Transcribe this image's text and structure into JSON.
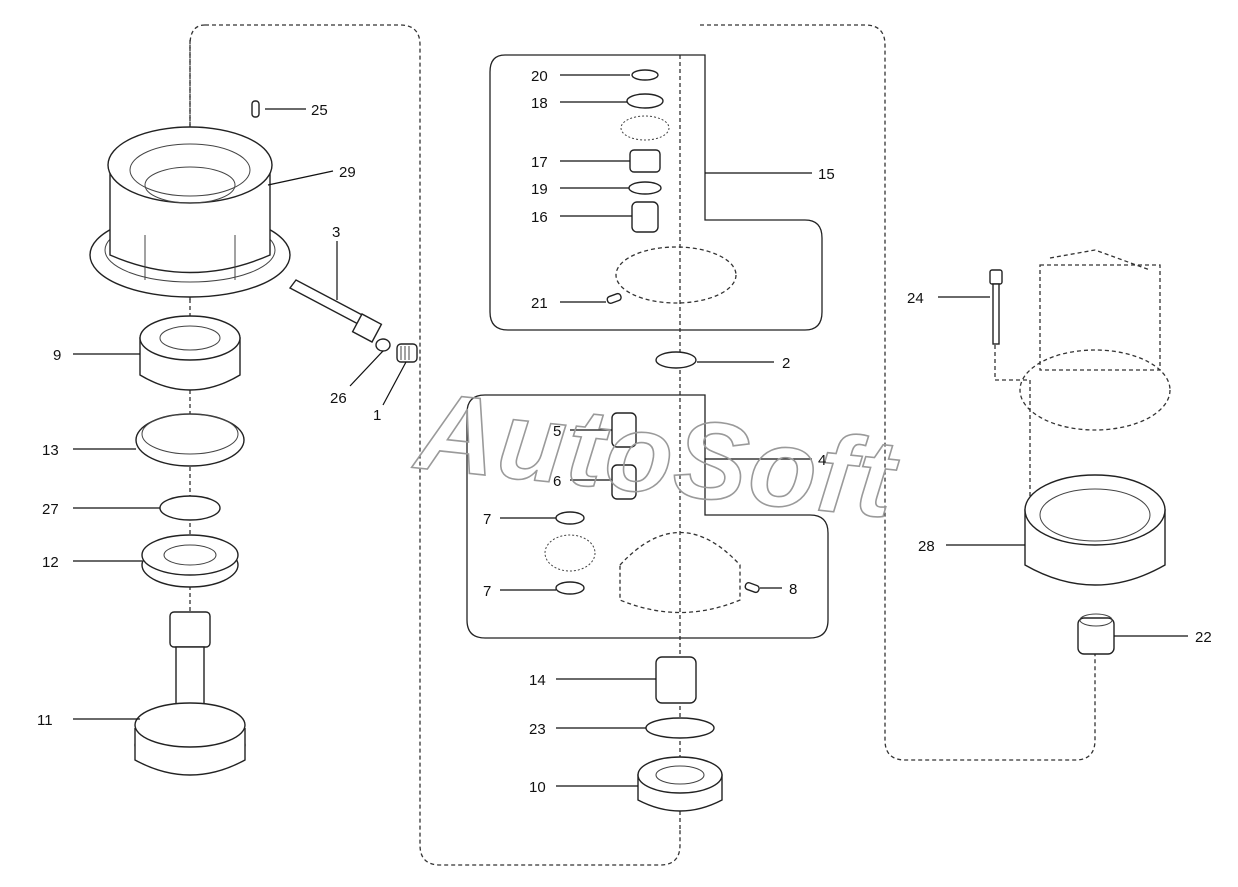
{
  "watermark": "AutoSoft",
  "callouts": [
    {
      "id": "c25",
      "text": "25"
    },
    {
      "id": "c29",
      "text": "29"
    },
    {
      "id": "c3",
      "text": "3"
    },
    {
      "id": "c9",
      "text": "9"
    },
    {
      "id": "c26",
      "text": "26"
    },
    {
      "id": "c1",
      "text": "1"
    },
    {
      "id": "c13",
      "text": "13"
    },
    {
      "id": "c27",
      "text": "27"
    },
    {
      "id": "c12",
      "text": "12"
    },
    {
      "id": "c11",
      "text": "11"
    },
    {
      "id": "c20",
      "text": "20"
    },
    {
      "id": "c18",
      "text": "18"
    },
    {
      "id": "c17",
      "text": "17"
    },
    {
      "id": "c19",
      "text": "19"
    },
    {
      "id": "c16",
      "text": "16"
    },
    {
      "id": "c21",
      "text": "21"
    },
    {
      "id": "c15",
      "text": "15"
    },
    {
      "id": "c2",
      "text": "2"
    },
    {
      "id": "c5",
      "text": "5"
    },
    {
      "id": "c4",
      "text": "4"
    },
    {
      "id": "c6",
      "text": "6"
    },
    {
      "id": "c7a",
      "text": "7"
    },
    {
      "id": "c7b",
      "text": "7"
    },
    {
      "id": "c8",
      "text": "8"
    },
    {
      "id": "c14",
      "text": "14"
    },
    {
      "id": "c23",
      "text": "23"
    },
    {
      "id": "c10",
      "text": "10"
    },
    {
      "id": "c24",
      "text": "24"
    },
    {
      "id": "c28",
      "text": "28"
    },
    {
      "id": "c22",
      "text": "22"
    }
  ]
}
